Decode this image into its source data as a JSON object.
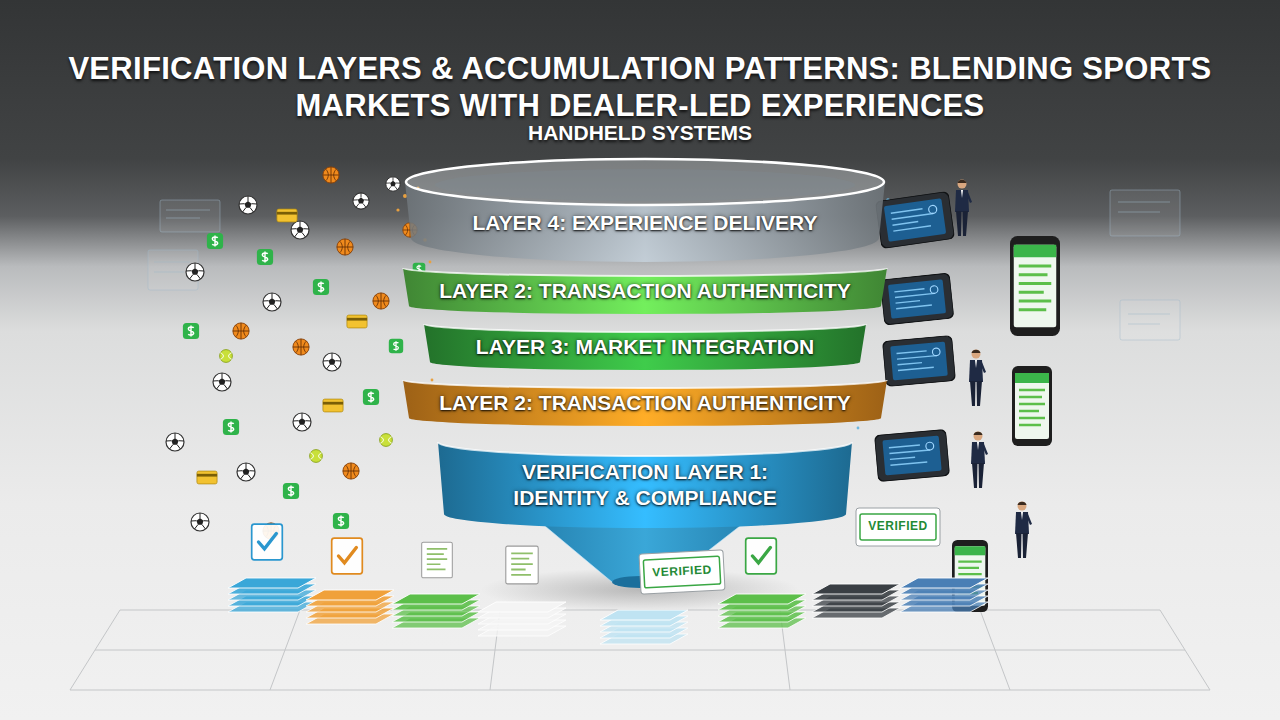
{
  "diagram": {
    "title": "VERIFICATION LAYERS & ACCUMULATION PATTERNS: BLENDING SPORTS MARKETS WITH DEALER-LED EXPERIENCES",
    "nodes": [
      {
        "text": [
          "LAYER 4: EXPERIENCE DELIVERY"
        ]
      },
      {
        "text": [
          "LAYER 2: TRANSACTION AUTHENTICITY"
        ]
      },
      {
        "text": [
          "LAYER 3: MARKET INTEGRATION"
        ]
      },
      {
        "text": [
          "LAYER 2: TRANSACTION AUTHENTICITY"
        ]
      },
      {
        "text": [
          "VERIFICATION LAYER 1: IDENTITY & COMPLIANCE"
        ]
      }
    ],
    "labels": [
      "HANDHELD SYSTEMS",
      "VERIFIED",
      "VERIFIED"
    ]
  }
}
